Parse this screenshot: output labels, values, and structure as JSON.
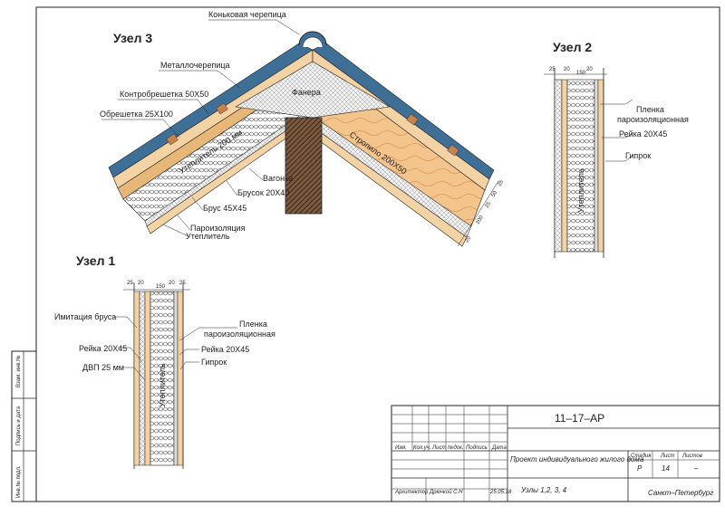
{
  "nodes": {
    "node3": {
      "title": "Узел 3",
      "labels": {
        "ridge_tile": "Коньковая черепица",
        "metal_tile": "Металлочерепица",
        "counter_batten": "Контробрешетка 50Х50",
        "batten": "Обрешетка 25Х100",
        "vagonka": "Вагонка",
        "bar_20x40": "Брусок 20Х40",
        "bar_45x45": "Брус 45Х45",
        "vapor_barrier": "Пароизоляция",
        "insulation": "Утеплитель",
        "rafter": "Стропило 200Х50",
        "insulation_inner": "Утеплитель 200 мм",
        "fanera": "Фанера"
      },
      "dims": [
        "25",
        "50",
        "25",
        "200",
        "20"
      ]
    },
    "node2": {
      "title": "Узел 2",
      "labels": {
        "film": "Пленка\nпароизоляционная",
        "film_1": "Пленка",
        "film_2": "пароизоляционная",
        "rail": "Рейка 20Х45",
        "gyprock": "Гипрок",
        "wall_insulation": "Утеплитель"
      },
      "dims": [
        "25",
        "20",
        "150",
        "20"
      ]
    },
    "node1": {
      "title": "Узел 1",
      "labels": {
        "imitation": "Имитация бруса",
        "rail_left": "Рейка 20Х45",
        "dvp": "ДВП 25 мм",
        "film_1": "Пленка",
        "film_2": "пароизоляционная",
        "rail_right": "Рейка 20Х45",
        "gyprock": "Гипрок",
        "wall_insulation": "Утеплитель"
      },
      "dims": [
        "25",
        "20",
        "150",
        "20",
        "25"
      ]
    }
  },
  "title_block": {
    "code": "11–17–АР",
    "headers": [
      "Изм.",
      "Кол.уч.",
      "Лист",
      "№док.",
      "Подпись",
      "Дата"
    ],
    "project": "Проект индивидуального жилого дома",
    "stage_header": "Стадия",
    "sheet_header": "Лист",
    "sheets_header": "Листов",
    "stage": "Р",
    "sheet": "14",
    "sheets": "–",
    "role": "Архитектор",
    "author": "Дрючкой С.Н",
    "date": "25.05.18",
    "content": "Узлы 1,2, 3, 4",
    "city": "Санкт–Петербург",
    "side": [
      "Взам. инв.№",
      "Подпись и дата",
      "Инв.№ подл."
    ]
  }
}
